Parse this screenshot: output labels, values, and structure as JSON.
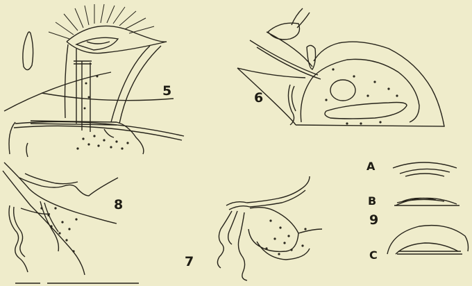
{
  "figure_labels": {
    "fig5": "5",
    "fig6": "6",
    "fig7": "7",
    "fig8": "8",
    "fig9": "9",
    "sub_a": "A",
    "sub_b": "B",
    "sub_c": "C"
  },
  "colors": {
    "paper": "#efeccb",
    "ink": "#26231a"
  }
}
